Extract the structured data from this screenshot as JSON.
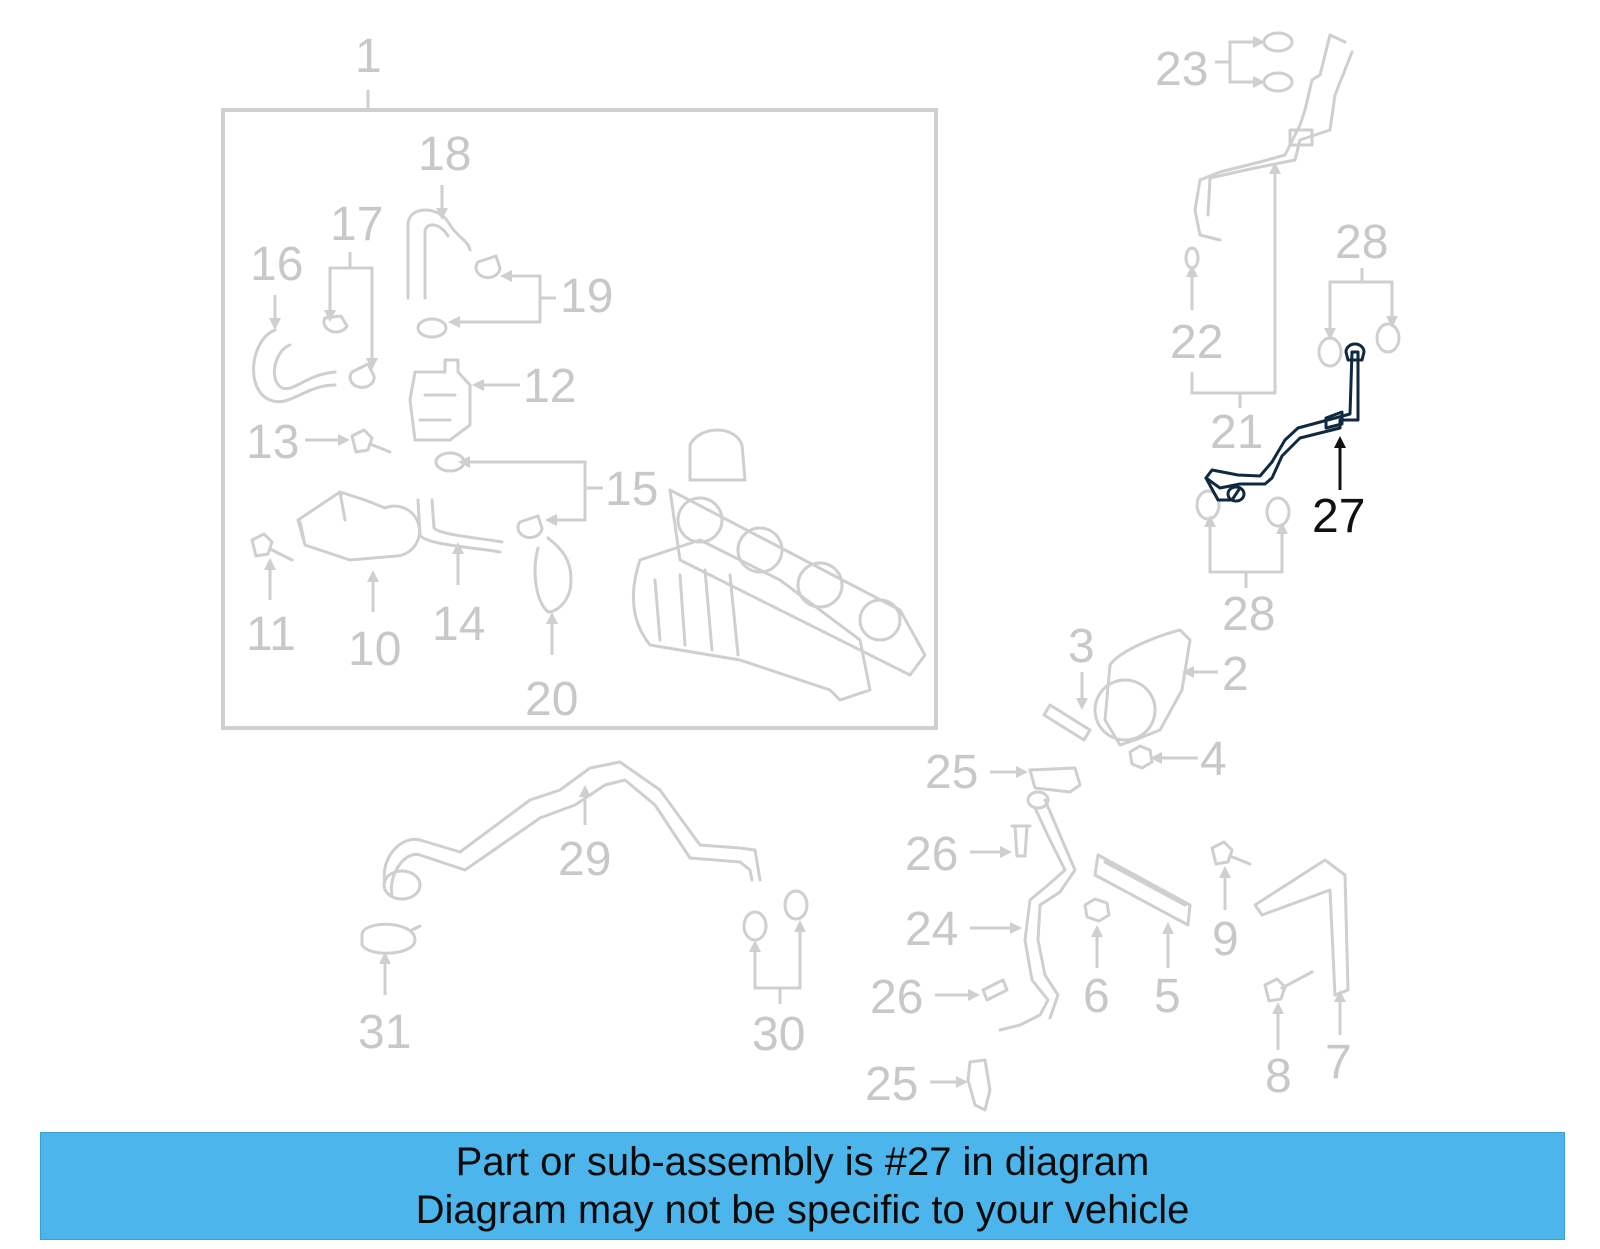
{
  "diagram": {
    "callouts": {
      "c1": "1",
      "c2": "2",
      "c3": "3",
      "c4": "4",
      "c5": "5",
      "c6": "6",
      "c7": "7",
      "c8": "8",
      "c9": "9",
      "c10": "10",
      "c11": "11",
      "c12": "12",
      "c13": "13",
      "c14": "14",
      "c15": "15",
      "c16": "16",
      "c17": "17",
      "c18": "18",
      "c19": "19",
      "c20": "20",
      "c21": "21",
      "c22": "22",
      "c23": "23",
      "c24": "24",
      "c25a": "25",
      "c25b": "25",
      "c26a": "26",
      "c26b": "26",
      "c27": "27",
      "c28a": "28",
      "c28b": "28",
      "c29": "29",
      "c30": "30",
      "c31": "31"
    },
    "highlighted_part": "27",
    "highlight_color": "#5bb8ea"
  },
  "banner": {
    "line1": "Part or sub-assembly is #27 in diagram",
    "line2": "Diagram may not be specific to your vehicle",
    "background": "#4cb6ec"
  }
}
